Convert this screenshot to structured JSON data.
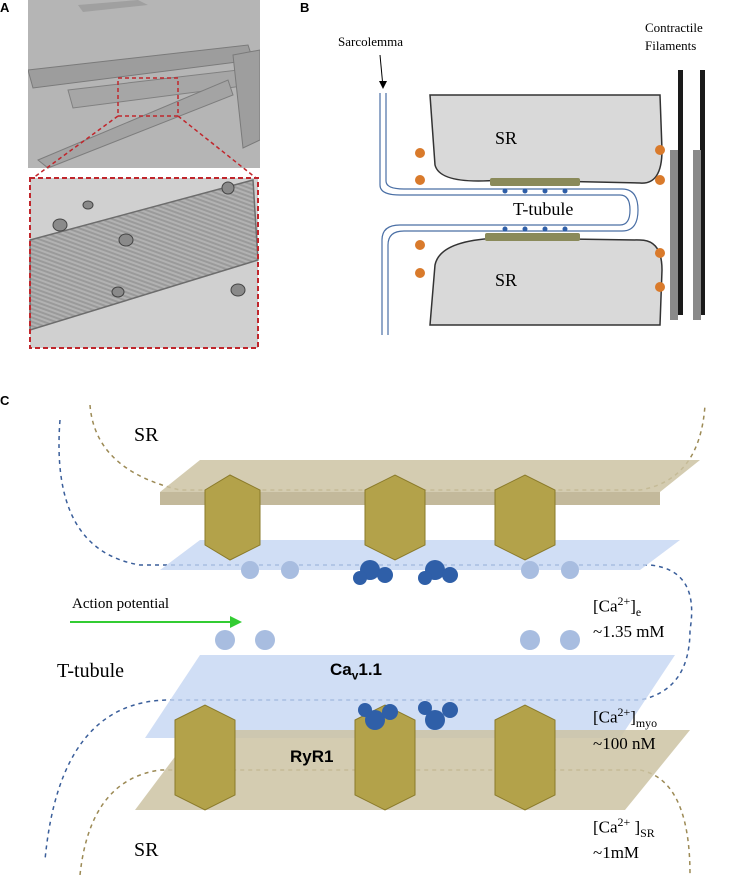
{
  "panels": {
    "a": "A",
    "b": "B",
    "c": "C"
  },
  "panel_b": {
    "sarcolemma": "Sarcolemma",
    "contractile_line1": "Contractile",
    "contractile_line2": "Filaments",
    "sr_top": "SR",
    "ttubule": "T-tubule",
    "sr_bottom": "SR"
  },
  "panel_c": {
    "sr_top": "SR",
    "action_potential": "Action potential",
    "ttubule": "T-tubule",
    "cav_base": "Ca",
    "cav_sub": "v",
    "cav_rest": "1.1",
    "ryr1": "RyR1",
    "sr_bottom": "SR",
    "ca_e_base": "[Ca",
    "ca_e_sup": "2+",
    "ca_e_close": "]",
    "ca_e_sub": "e",
    "ca_e_value": "~1.35 mM",
    "ca_myo_base": "[Ca",
    "ca_myo_sup": "2+",
    "ca_myo_close": "]",
    "ca_myo_sub": "myo",
    "ca_myo_value": "~100 nM",
    "ca_sr_base": "[Ca",
    "ca_sr_sup": "2+",
    "ca_sr_close": " ]",
    "ca_sr_sub": "SR",
    "ca_sr_value": "~1mM"
  },
  "colors": {
    "dashed_red": "#c0262c",
    "membrane_blue": "#4a6fa5",
    "sr_fill": "#d9d9d9",
    "ryr_gold": "#b3a24a",
    "cav_blue": "#2f5fa8",
    "arrow_green": "#33cc33",
    "sr_dash": "#9c8a55",
    "tt_dash": "#3a5e9a"
  }
}
